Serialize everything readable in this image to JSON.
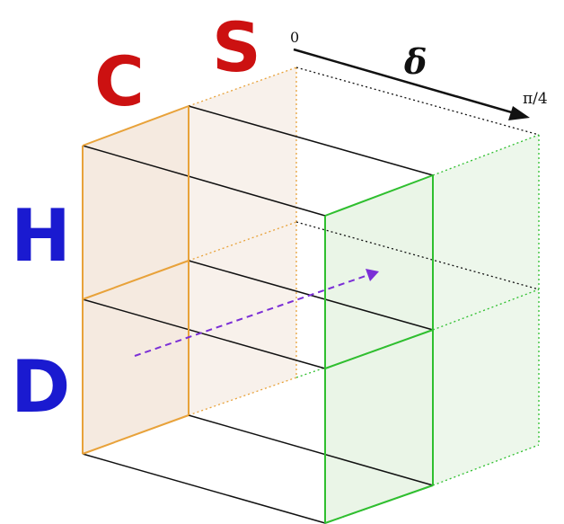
{
  "labels": {
    "c": "C",
    "s": "S",
    "h": "H",
    "d": "D"
  },
  "axis": {
    "start": "0",
    "end": "π/4",
    "symbol": "δ"
  },
  "colors": {
    "red_letters": "#cc1111",
    "blue_letters": "#1a1ad0",
    "orange_edges": "#e8a23a",
    "orange_fill": "#f3e6da",
    "green_edges": "#2fbf2f",
    "green_fill": "#e6f3e3",
    "purple_arrow": "#7b2fd6",
    "black_lines": "#111111"
  }
}
